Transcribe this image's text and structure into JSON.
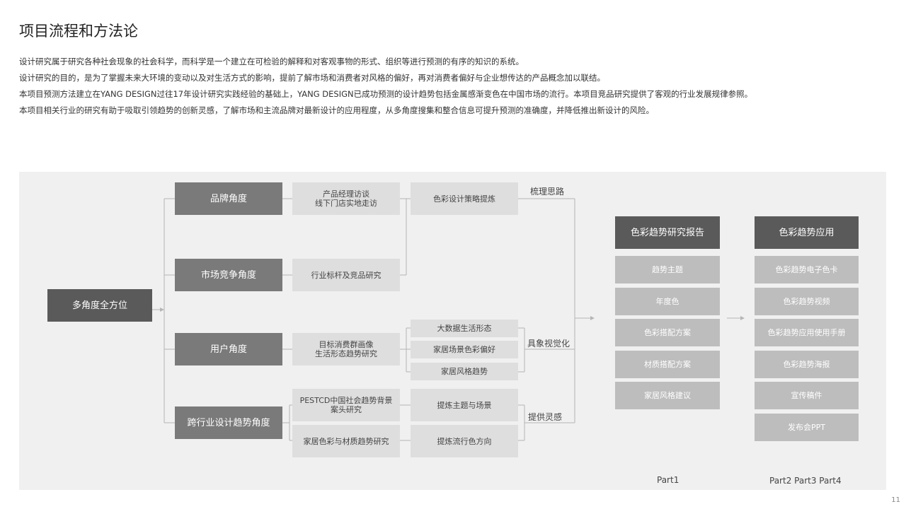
{
  "title": "项目流程和方法论",
  "paragraphs": [
    "设计研究属于研究各种社会现象的社会科学，而科学是一个建立在可检验的解释和对客观事物的形式、组织等进行预测的有序的知识的系统。",
    "设计研究的目的，是为了掌握未来大环境的变动以及对生活方式的影响，提前了解市场和消费者对风格的偏好，再对消费者偏好与企业想传达的产品概念加以联结。",
    "本项目预测方法建立在YANG DESIGN过往17年设计研究实践经验的基础上，YANG DESIGN已成功预测的设计趋势包括金属感渐变色在中国市场的流行。本项目竞品研究提供了客观的行业发展规律参照。",
    "本项目相关行业的研究有助于吸取引领趋势的创新灵感，了解市场和主流品牌对最新设计的应用程度，从多角度搜集和整合信息可提升预测的准确度，并降低推出新设计的风险。"
  ],
  "diagram": {
    "root": "多角度全方位",
    "angles": [
      "品牌角度",
      "市场竞争角度",
      "用户角度",
      "跨行业设计趋势角度"
    ],
    "methods": {
      "brand": [
        "产品经理访谈",
        "线下门店实地走访"
      ],
      "market": "行业标杆及竞品研究",
      "user": [
        "目标消费群画像",
        "生活形态趋势研究"
      ],
      "cross1": [
        "PESTCD中国社会趋势背景",
        "案头研究"
      ],
      "cross2": "家居色彩与材质趋势研究"
    },
    "outputs": {
      "strategy": "色彩设计策略提炼",
      "bigdata": "大数据生活形态",
      "scene_color": "家居场景色彩偏好",
      "style_trend": "家居风格趋势",
      "theme_scene": "提炼主题与场景",
      "trend_dir": "提炼流行色方向"
    },
    "connector_labels": {
      "sort": "梳理思路",
      "visual": "具象视觉化",
      "inspire": "提供灵感"
    },
    "report": {
      "header": "色彩趋势研究报告",
      "items": [
        "趋势主题",
        "年度色",
        "色彩搭配方案",
        "材质搭配方案",
        "家居风格建议"
      ],
      "part": "Part1"
    },
    "application": {
      "header": "色彩趋势应用",
      "items": [
        "色彩趋势电子色卡",
        "色彩趋势视频",
        "色彩趋势应用使用手册",
        "色彩趋势海报",
        "宣传稿件",
        "发布会PPT"
      ],
      "part": "Part2  Part3  Part4"
    }
  },
  "page_number": "11"
}
